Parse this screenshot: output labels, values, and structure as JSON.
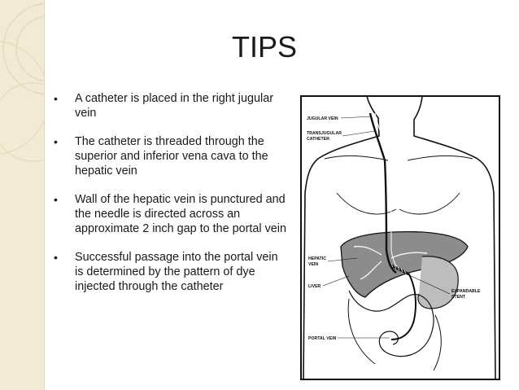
{
  "slide": {
    "title": "TIPS",
    "bullets": [
      "A catheter is placed in the right jugular vein",
      "The catheter is threaded through the superior and inferior vena cava to the hepatic vein",
      "Wall of the hepatic vein is punctured and the needle is directed across an approximate 2 inch gap to the portal vein",
      "Successful passage into the portal vein is determined by the pattern of dye injected through the catheter"
    ],
    "bullet_glyph": "•"
  },
  "figure": {
    "labels": {
      "jugular_vein": "JUGULAR VEIN",
      "transjugular": "TRANSJUGULAR",
      "catheter": "CATHETER",
      "hepatic": "HEPATIC",
      "vein": "VEIN",
      "liver": "LIVER",
      "expandable": "EXPANDABLE",
      "stent": "STENT",
      "portal_vein": "PORTAL VEIN"
    }
  },
  "colors": {
    "band": "#f3ead6",
    "band_line": "#e6d9b9",
    "text": "#1a1a1a",
    "liver_fill": "#8c8c8c"
  }
}
